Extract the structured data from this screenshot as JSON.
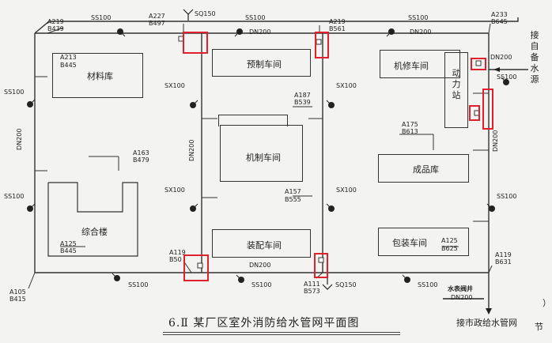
{
  "caption": "6.Ⅱ 某厂区室外消防给水管网平面图",
  "buildings": {
    "material_store": "材料库",
    "complex_building": "综合楼",
    "prefab_workshop": "预制车间",
    "machining_workshop": "机制车间",
    "assembly_workshop": "装配车间",
    "repair_workshop": "机修车间",
    "power_station": "动力站",
    "product_store": "成品库",
    "packing_workshop": "包装车间"
  },
  "pipe_size": "DN200",
  "hydrant_types": {
    "ss": "SS100",
    "sx": "SX100",
    "sq": "SQ150"
  },
  "side_notes": {
    "from_water_source": "接自备水源",
    "to_city_main": "接市政给水管网",
    "meter_well": "水表阀井",
    "edge_fragment_1": "节",
    "edge_fragment_2": "）"
  },
  "elevations": {
    "a219_top": "A219",
    "b439": "B439",
    "a227": "A227",
    "b497": "B497",
    "a219_mid": "A219",
    "b561": "B561",
    "a233": "A233",
    "b645": "B645",
    "a213": "A213",
    "b445_top": "B445",
    "a187": "A187",
    "b539": "B539",
    "a175": "A175",
    "b613": "B613",
    "a163": "A163",
    "b479": "B479",
    "a157": "A157",
    "b555": "B555",
    "a125_l": "A125",
    "b445_bot": "B445",
    "a125_r": "A125",
    "b625": "B625",
    "a119_l": "A119",
    "b50x": "B50",
    "a119_r": "A119",
    "b631": "B631",
    "a105": "A105",
    "b415": "B415",
    "a111": "A111",
    "b573": "B573"
  },
  "colors": {
    "highlight": "#e0202a",
    "line": "#333333",
    "background": "#f3f3f2"
  }
}
